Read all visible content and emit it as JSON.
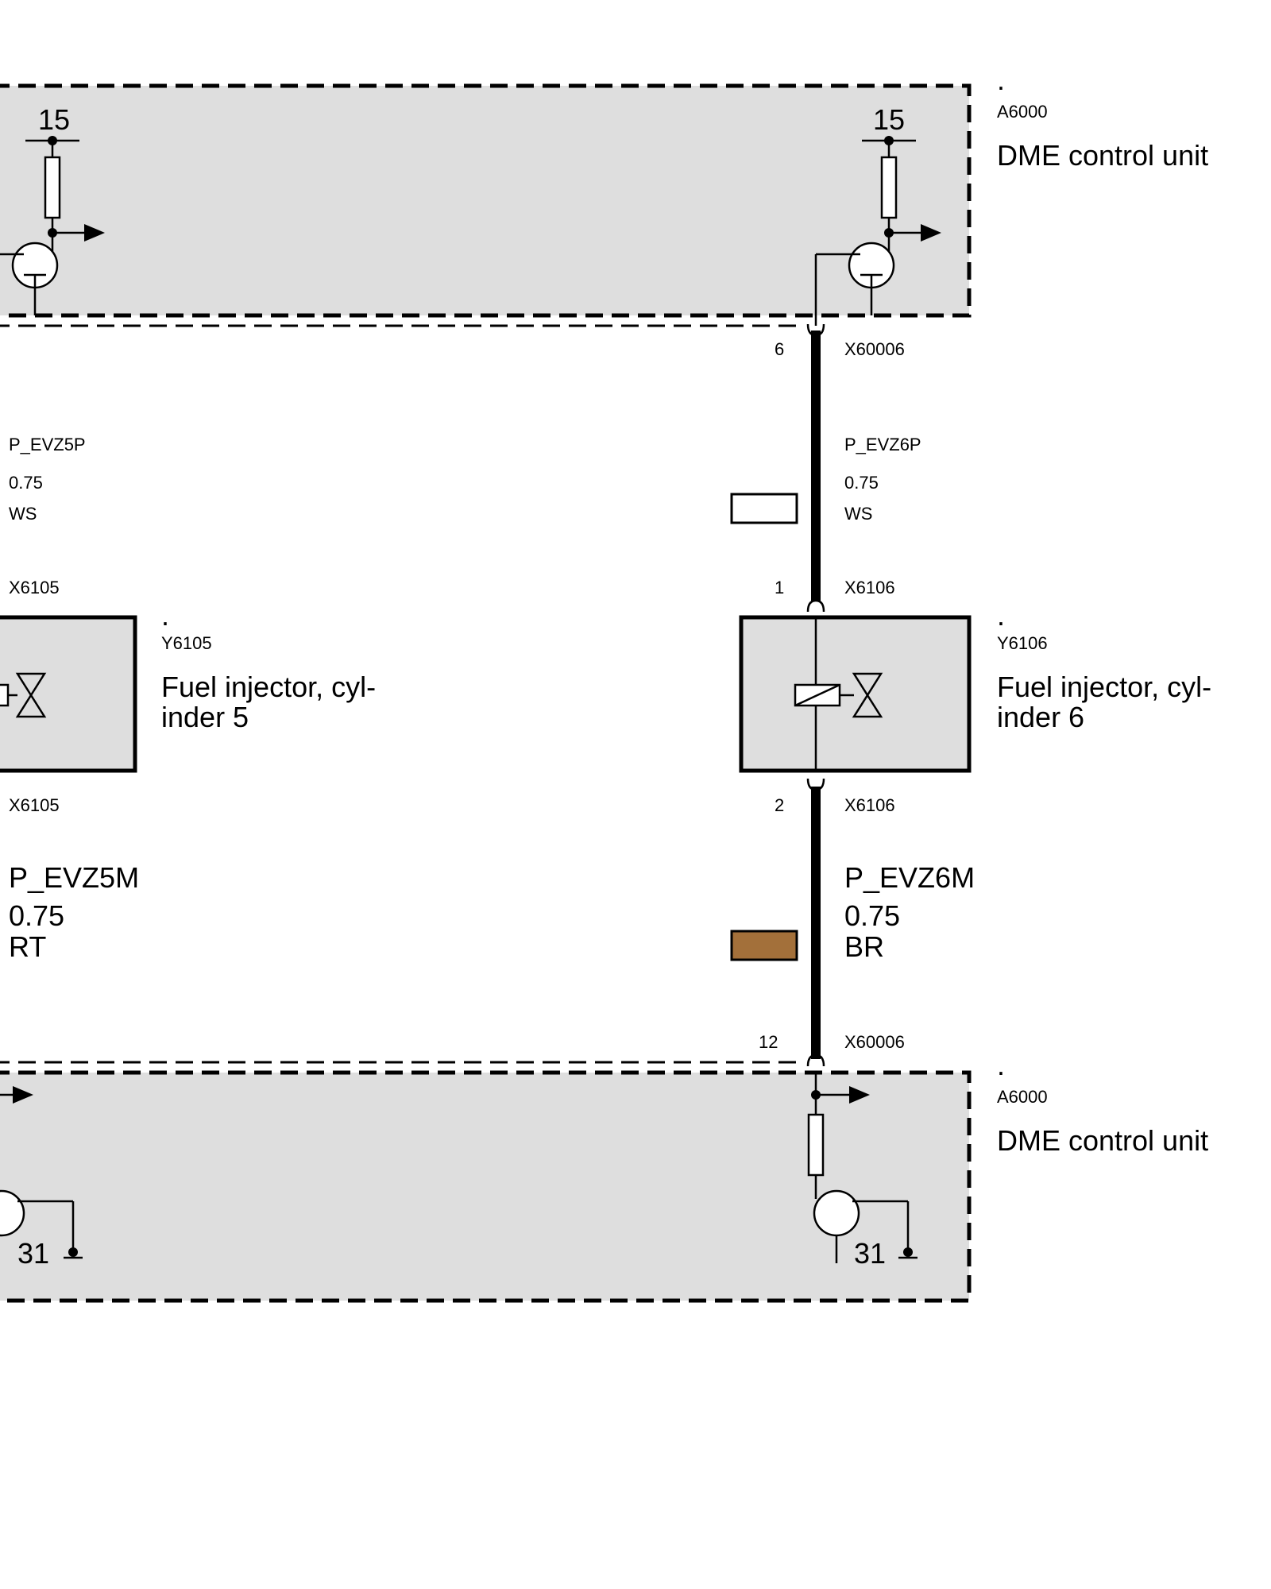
{
  "dme_top": {
    "dot": ".",
    "id": "A6000",
    "name": "DME control unit",
    "left_terminal": "15",
    "right_terminal": "15"
  },
  "dme_bottom": {
    "dot": ".",
    "id": "A6000",
    "name": "DME control unit",
    "left_terminal": "31",
    "right_terminal": "31"
  },
  "wires": {
    "top_left": {
      "signal": "P_EVZ5P",
      "gauge": "0.75",
      "color": "WS"
    },
    "top_right": {
      "signal": "P_EVZ6P",
      "gauge": "0.75",
      "color": "WS",
      "swatch": "#ffffff"
    },
    "bottom_left": {
      "signal": "P_EVZ5M",
      "gauge": "0.75",
      "color": "RT"
    },
    "bottom_right": {
      "signal": "P_EVZ6M",
      "gauge": "0.75",
      "color": "BR",
      "swatch": "#a3703a"
    }
  },
  "connectors": {
    "top_pin": "6",
    "top_id": "X60006",
    "inj6_top_pin": "1",
    "inj6_top_id": "X6106",
    "inj5_top_id": "X6105",
    "inj6_bottom_pin": "2",
    "inj6_bottom_id": "X6106",
    "inj5_bottom_id": "X6105",
    "bottom_pin": "12",
    "bottom_id": "X60006"
  },
  "injector5": {
    "dot": ".",
    "id": "Y6105",
    "name_line1": "Fuel injector, cyl-",
    "name_line2": "inder 5"
  },
  "injector6": {
    "dot": ".",
    "id": "Y6106",
    "name_line1": "Fuel injector, cyl-",
    "name_line2": "inder 6"
  }
}
